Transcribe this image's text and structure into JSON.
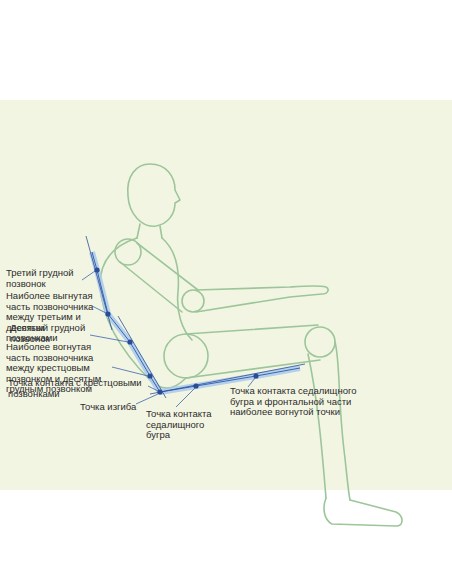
{
  "diagram": {
    "labels": [
      "Третий грудной позвонок",
      "Наиболее выгнутая часть позвоночника между третьим и десятым позвонками",
      "Десятый грудной позвонок",
      "Наиболее вогнутая часть позвоночника между крестцовым позвонком и десятым грудным позвонком",
      "Точка контакта с крестцовыми позвонками",
      "Точка изгиба",
      "Точка контакта седалищного бугра",
      "Точка контакта седалищного бугра и фронтальной части наиболее вогнутой точки"
    ]
  }
}
